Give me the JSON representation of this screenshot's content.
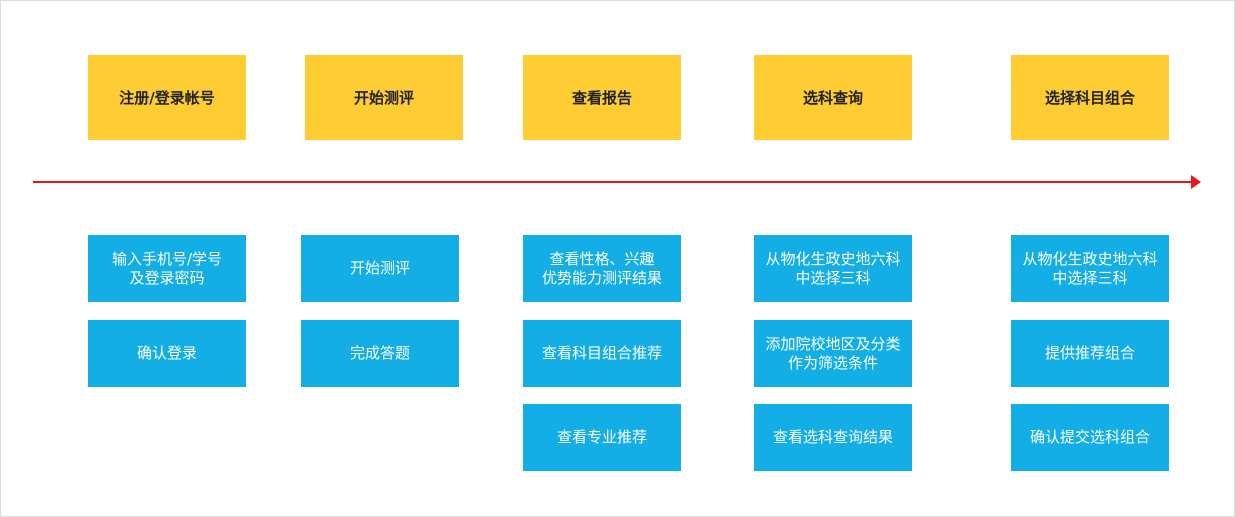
{
  "steps": [
    "注册/登录帐号",
    "开始测评",
    "查看报告",
    "选科查询",
    "选择科目组合"
  ],
  "details": [
    [
      "输入手机号/学号\n及登录密码",
      "确认登录"
    ],
    [
      "开始测评",
      "完成答题"
    ],
    [
      "查看性格、兴趣\n优势能力测评结果",
      "查看科目组合推荐",
      "查看专业推荐"
    ],
    [
      "从物化生政史地六科\n中选择三科",
      "添加院校地区及分类\n作为筛选条件",
      "查看选科查询结果"
    ],
    [
      "从物化生政史地六科\n中选择三科",
      "提供推荐组合",
      "确认提交选科组合"
    ]
  ],
  "colors": {
    "step_fill": "#fecd34",
    "detail_fill": "#12aee5",
    "arrow": "#e8161b"
  }
}
